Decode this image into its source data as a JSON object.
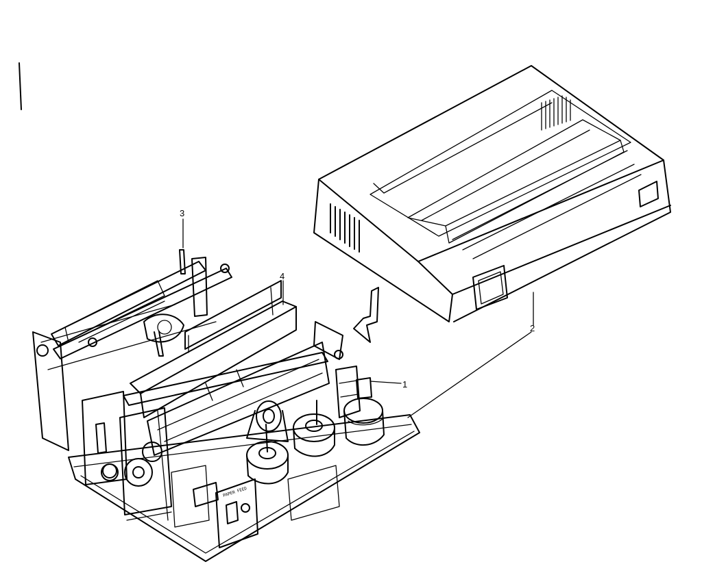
{
  "callouts": {
    "c1": "1",
    "c2": "2",
    "c3": "3",
    "c4": "4"
  },
  "panel": {
    "feed_label": "PAPER FEED"
  },
  "colors": {
    "ink": "#000000",
    "paper": "#ffffff"
  }
}
